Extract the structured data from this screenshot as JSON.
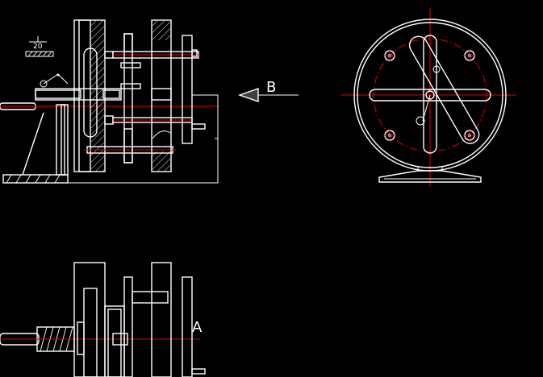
{
  "annotations": {
    "dimension_20": "20",
    "view_arrow_label": "B",
    "section_label": "A"
  },
  "colors": {
    "background": "#000000",
    "outline": "#ffffff",
    "center_line": "#e00000"
  }
}
